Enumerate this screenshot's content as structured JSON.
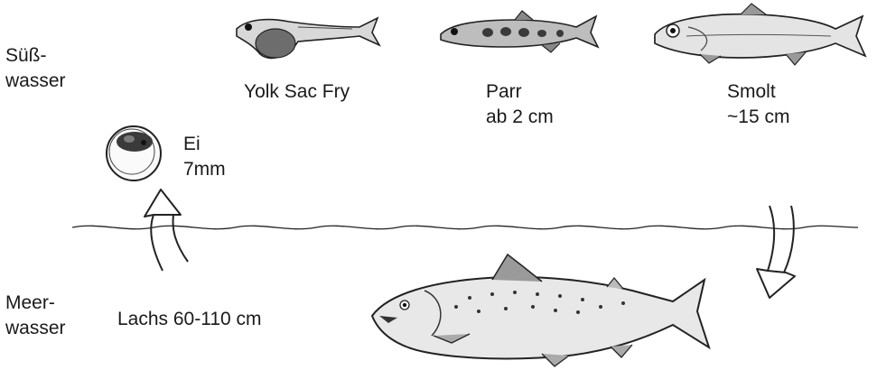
{
  "zones": {
    "freshwater_line1": "Süß-",
    "freshwater_line2": "wasser",
    "sea_line1": "Meer-",
    "sea_line2": "wasser"
  },
  "stages": {
    "egg": {
      "name": "Ei",
      "size": "7mm"
    },
    "yolk_sac_fry": {
      "name": "Yolk Sac Fry"
    },
    "parr": {
      "name": "Parr",
      "size": "ab 2 cm"
    },
    "smolt": {
      "name": "Smolt",
      "size": "~15 cm"
    },
    "adult": {
      "label": "Lachs 60-110 cm"
    }
  }
}
